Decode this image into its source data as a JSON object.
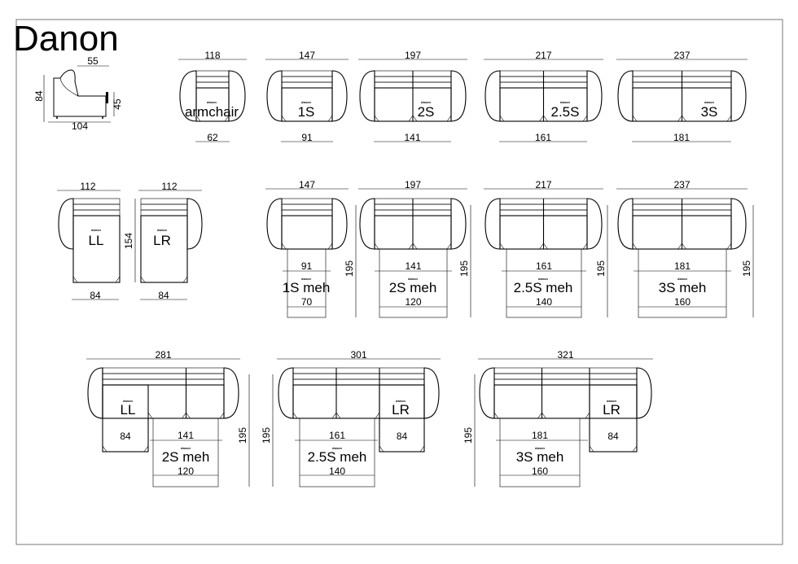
{
  "title": "Danon",
  "side_view": {
    "top": "55",
    "height": "84",
    "seat": "45",
    "depth": "104"
  },
  "logo_text": "danon",
  "row1": [
    {
      "label": "armchair",
      "width": "118",
      "seat": "62"
    },
    {
      "label": "1S",
      "width": "147",
      "seat": "91"
    },
    {
      "label": "2S",
      "width": "197",
      "seat": "141"
    },
    {
      "label": "2.5S",
      "width": "217",
      "seat": "161"
    },
    {
      "label": "3S",
      "width": "237",
      "seat": "181"
    }
  ],
  "row2_chaise": [
    {
      "label": "LL",
      "width": "112",
      "bottom": "84"
    },
    {
      "label": "LR",
      "width": "112",
      "bottom": "84"
    }
  ],
  "row2_chaise_depth": "154",
  "row2_sleepers": [
    {
      "label": "1S meh",
      "width": "147",
      "seat": "91",
      "mech": "70",
      "depth": "195"
    },
    {
      "label": "2S meh",
      "width": "197",
      "seat": "141",
      "mech": "120",
      "depth": "195"
    },
    {
      "label": "2.5S meh",
      "width": "217",
      "seat": "161",
      "mech": "140",
      "depth": "195"
    },
    {
      "label": "3S meh",
      "width": "237",
      "seat": "181",
      "mech": "160",
      "depth": "195"
    }
  ],
  "row3": [
    {
      "width": "281",
      "chaise_label": "LL",
      "chaise_w": "84",
      "seat": "141",
      "meh_label": "2S meh",
      "mech": "120",
      "depth": "195"
    },
    {
      "width": "301",
      "chaise_label": "LR",
      "chaise_w": "84",
      "seat": "161",
      "meh_label": "2.5S meh",
      "mech": "140",
      "depth": "195"
    },
    {
      "width": "321",
      "chaise_label": "LR",
      "chaise_w": "84",
      "seat": "181",
      "meh_label": "3S meh",
      "mech": "160",
      "depth": "195"
    }
  ]
}
